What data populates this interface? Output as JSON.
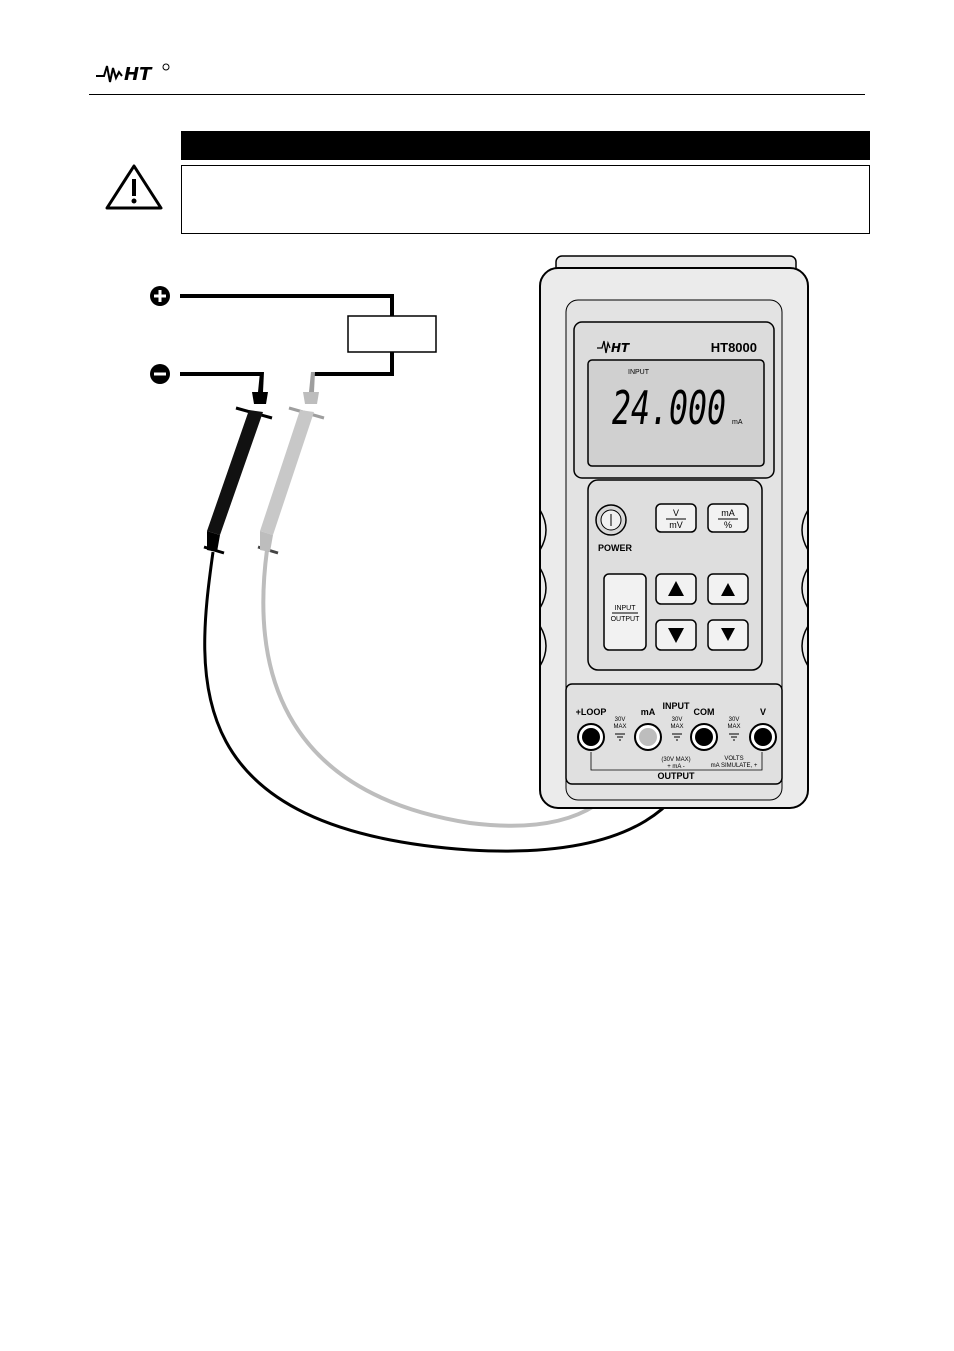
{
  "header": {
    "logo_text": "HT"
  },
  "warning": {
    "icon": "warning-triangle-icon",
    "title": "",
    "text": ""
  },
  "meter": {
    "model": "HT8000",
    "brand": "HT",
    "display": {
      "mode_label": "INPUT",
      "reading": "24.000",
      "unit": "mA"
    },
    "buttons": {
      "power": "POWER",
      "v_top": "V",
      "v_bottom": "mV",
      "ma_top": "mA",
      "ma_bottom": "%",
      "input": "INPUT",
      "output": "OUTPUT"
    },
    "terminals": {
      "loop": "+LOOP",
      "ma": "mA",
      "com": "COM",
      "v": "V",
      "input_label": "INPUT",
      "output_label": "OUTPUT",
      "max1_a": "30V",
      "max1_b": "MAX",
      "max2_a": "30V",
      "max2_b": "MAX",
      "max3_a": "30V",
      "max3_b": "MAX",
      "out_max": "(30V MAX)",
      "out_ma": "+ mA -",
      "volts": "VOLTS",
      "simulate": "mA SIMULATE, +"
    }
  },
  "circuit": {
    "plus_icon": "plus-terminal-icon",
    "minus_icon": "minus-terminal-icon"
  }
}
